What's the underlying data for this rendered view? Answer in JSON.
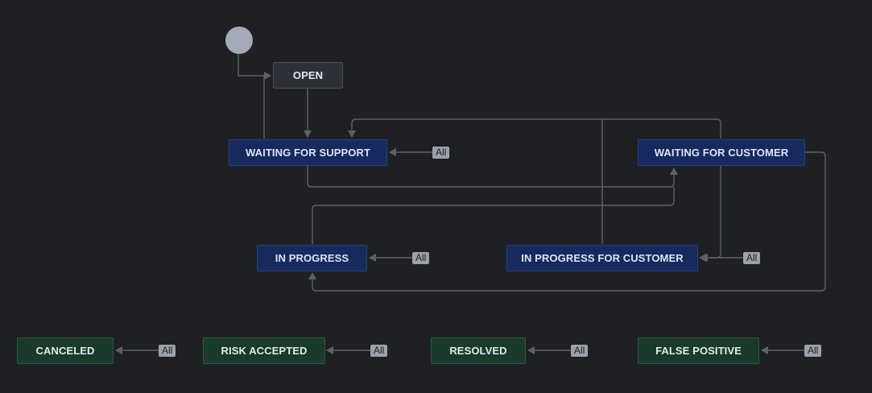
{
  "start": {
    "label": ""
  },
  "statuses": {
    "open": "OPEN",
    "waiting_for_support": "WAITING FOR SUPPORT",
    "waiting_for_customer": "WAITING FOR CUSTOMER",
    "in_progress": "IN PROGRESS",
    "in_progress_for_customer": "IN PROGRESS FOR CUSTOMER",
    "canceled": "CANCELED",
    "risk_accepted": "RISK ACCEPTED",
    "resolved": "RESOLVED",
    "false_positive": "FALSE POSITIVE"
  },
  "all_badges": {
    "waiting_for_support": "All",
    "in_progress": "All",
    "in_progress_for_customer": "All",
    "canceled": "All",
    "risk_accepted": "All",
    "resolved": "All",
    "false_positive": "All"
  },
  "colors": {
    "background": "#1f2024",
    "open": "#2d3036",
    "in_progress_category": "#162a5e",
    "done_category": "#1a3a2a",
    "edge": "#5b616a",
    "badge": "#9aa1ab"
  }
}
